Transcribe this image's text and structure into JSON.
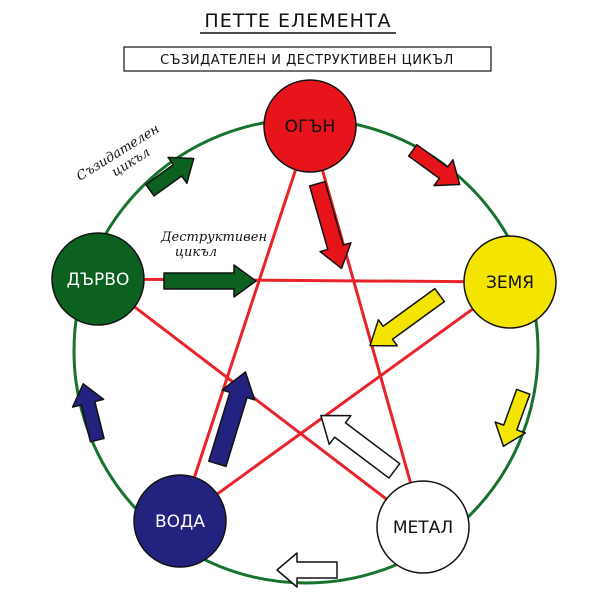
{
  "title": "ПЕТТЕ ЕЛЕМЕНТА",
  "subtitle": "СЪЗИДАТЕЛЕН И ДЕСТРУКТИВЕН ЦИКЪЛ",
  "elements": {
    "fire": {
      "label": "ОГЪН",
      "color": "#e8141b",
      "text_color": "#111111"
    },
    "earth": {
      "label": "ЗЕМЯ",
      "color": "#f3e500",
      "text_color": "#111111"
    },
    "metal": {
      "label": "МЕТАЛ",
      "color": "#ffffff",
      "text_color": "#111111"
    },
    "water": {
      "label": "ВОДА",
      "color": "#23237f",
      "text_color": "#ffffff"
    },
    "wood": {
      "label": "ДЪРВО",
      "color": "#0c6120",
      "text_color": "#ffffff"
    }
  },
  "creative_cycle_label": [
    "Съзидателен",
    "цикъл"
  ],
  "destructive_cycle_label": [
    "Деструктивен",
    "цикъл"
  ],
  "colors": {
    "circle": "#17722e",
    "star_lines": "#e8232a"
  }
}
